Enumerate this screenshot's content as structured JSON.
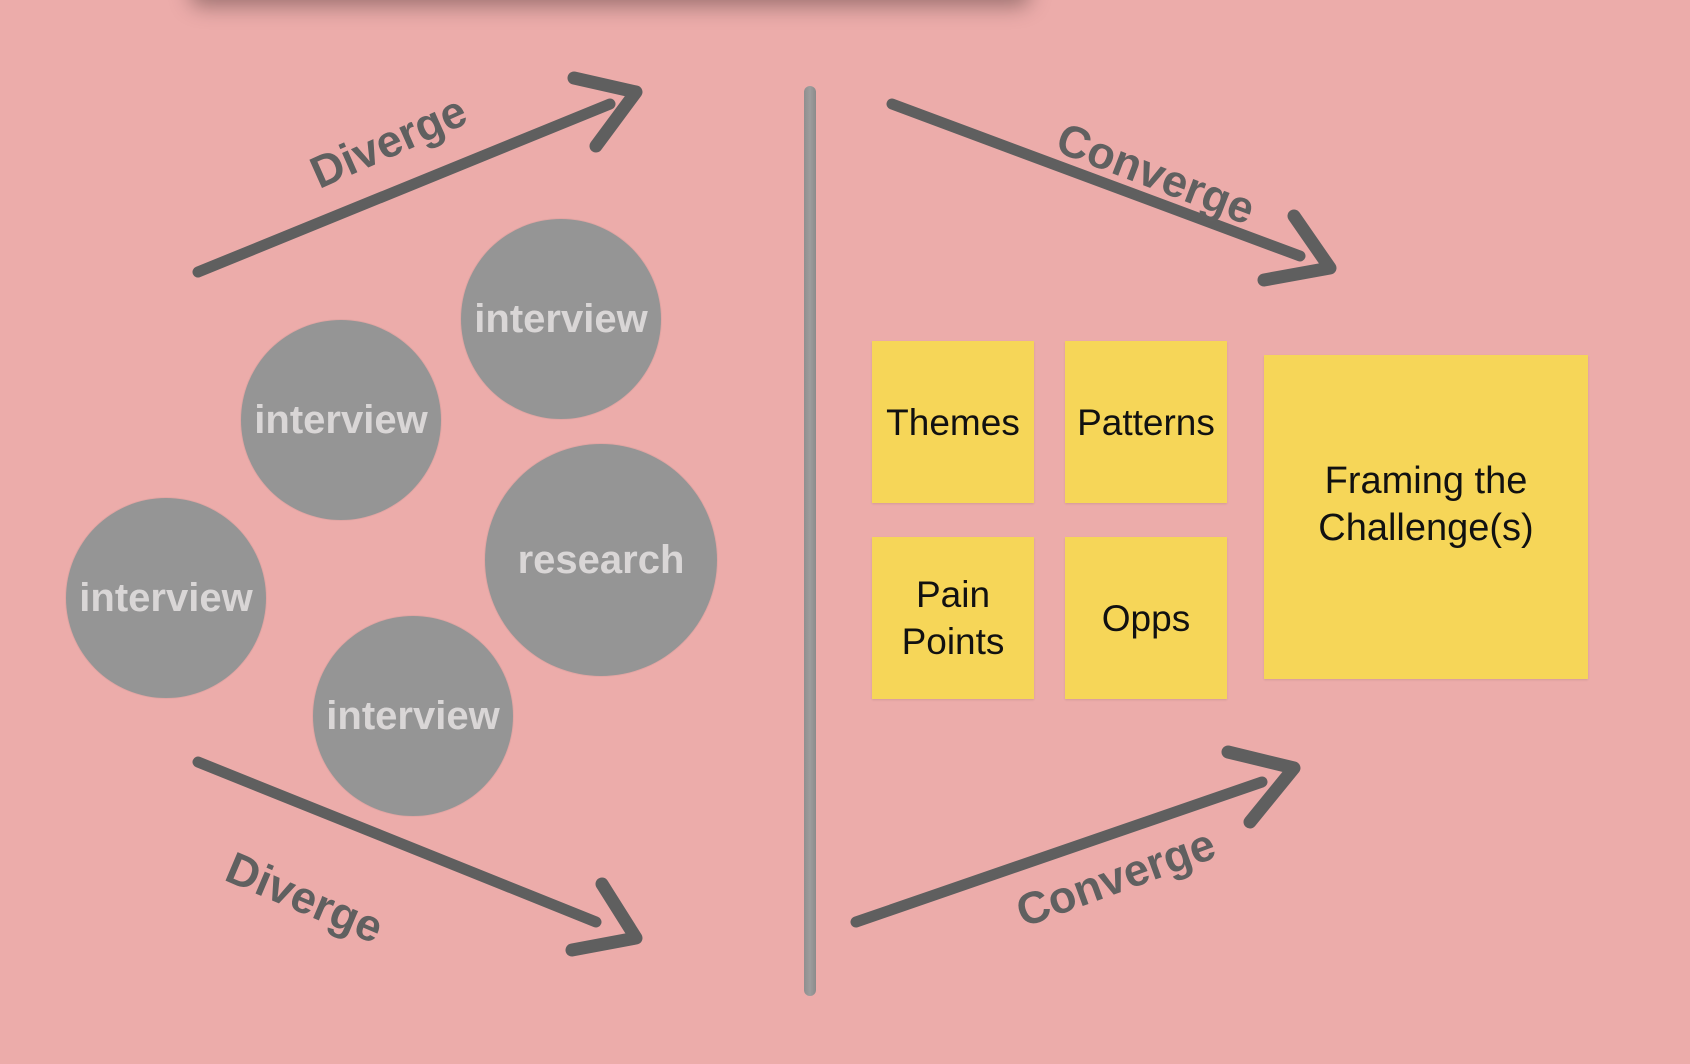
{
  "labels": {
    "diverge_top": "Diverge",
    "diverge_bottom": "Diverge",
    "converge_top": "Converge",
    "converge_bottom": "Converge"
  },
  "bubbles": [
    {
      "name": "bubble-interview-top",
      "text": "interview"
    },
    {
      "name": "bubble-interview-middle",
      "text": "interview"
    },
    {
      "name": "bubble-research",
      "text": "research"
    },
    {
      "name": "bubble-interview-left",
      "text": "interview"
    },
    {
      "name": "bubble-interview-bottom",
      "text": "interview"
    }
  ],
  "stickies": {
    "themes": "Themes",
    "patterns": "Patterns",
    "pain_points_line1": "Pain",
    "pain_points_line2": "Points",
    "opps": "Opps",
    "framing_line1": "Framing the",
    "framing_line2": "Challenge(s)"
  },
  "colors": {
    "background": "#ecacaa",
    "bubble": "#959595",
    "sticky": "#f6d658",
    "arrow": "#5f5f5f"
  }
}
